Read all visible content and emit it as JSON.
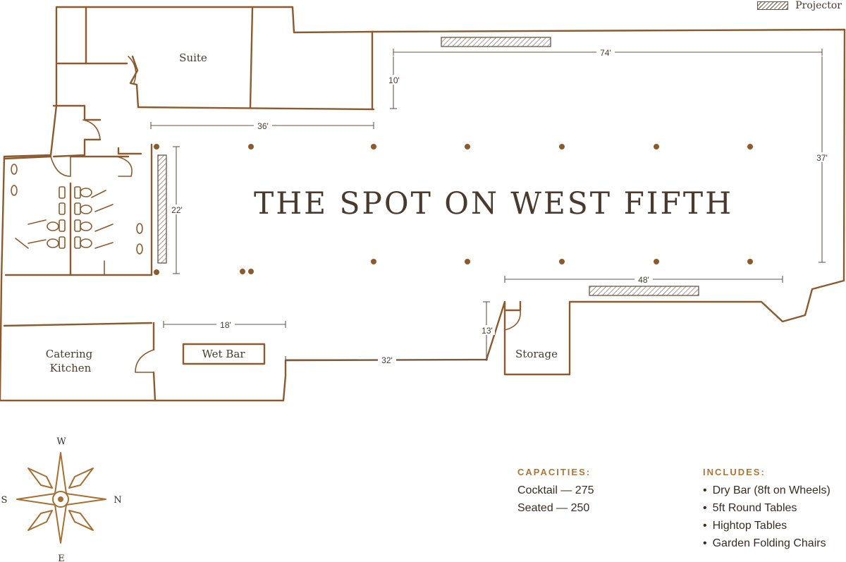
{
  "title": "THE SPOT ON WEST FIFTH",
  "legend": {
    "label": "Projector"
  },
  "rooms": {
    "suite": "Suite",
    "catering_line1": "Catering",
    "catering_line2": "Kitchen",
    "wet_bar": "Wet Bar",
    "storage": "Storage"
  },
  "dimensions": {
    "d74": "74'",
    "d10": "10'",
    "d36": "36'",
    "d37": "37'",
    "d22": "22'",
    "d48": "48'",
    "d18": "18'",
    "d13": "13'",
    "d32": "32'"
  },
  "compass": {
    "top": "W",
    "left": "S",
    "right": "N",
    "bottom": "E"
  },
  "capacities": {
    "heading": "CAPACITIES:",
    "items": [
      "Cocktail — 275",
      "Seated — 250"
    ]
  },
  "includes": {
    "heading": "INCLUDES:",
    "items": [
      "Dry Bar (8ft on Wheels)",
      "5ft Round Tables",
      "Hightop Tables",
      "Garden Folding Chairs"
    ]
  },
  "colors": {
    "wall": "#8c5a2c",
    "accent": "#b07434",
    "text": "#4a3a2e"
  }
}
